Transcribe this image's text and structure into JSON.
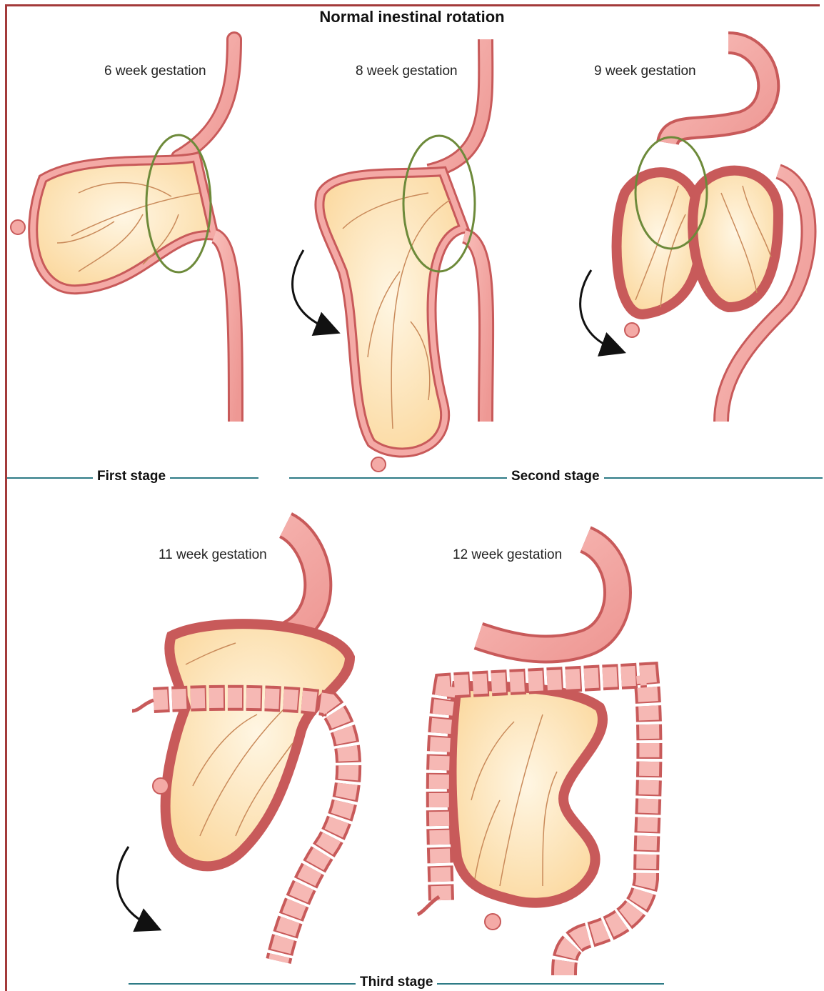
{
  "title": "Normal inestinal rotation",
  "panels": [
    {
      "id": "p1",
      "label": "6 week gestation"
    },
    {
      "id": "p2",
      "label": "8 week gestation"
    },
    {
      "id": "p3",
      "label": "9 week gestation"
    },
    {
      "id": "p4",
      "label": "11 week gestation"
    },
    {
      "id": "p5",
      "label": "12 week gestation"
    }
  ],
  "stages": {
    "first": "First stage",
    "second": "Second stage",
    "third": "Third stage"
  },
  "colors": {
    "border": "#a33a3a",
    "gut": "#f2a7a4",
    "gut_outline": "#c85a5a",
    "mesentery": "#fbe3b6",
    "vessel": "#c98a5a",
    "ring": "#6d8a3a",
    "rule": "#2e7b86",
    "arrow": "#111111"
  }
}
